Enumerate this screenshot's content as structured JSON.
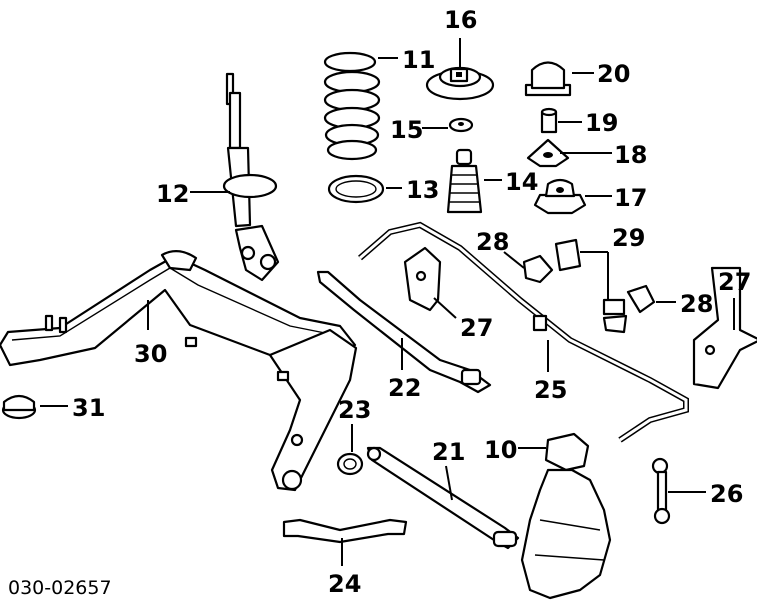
{
  "diagram": {
    "drawing_code": "030-02657",
    "callouts": {
      "c10": "10",
      "c11": "11",
      "c12": "12",
      "c13": "13",
      "c14": "14",
      "c15": "15",
      "c16": "16",
      "c17": "17",
      "c18": "18",
      "c19": "19",
      "c20": "20",
      "c21": "21",
      "c22": "22",
      "c23": "23",
      "c24": "24",
      "c25": "25",
      "c26": "26",
      "c27a": "27",
      "c27b": "27",
      "c28a": "28",
      "c28b": "28",
      "c29": "29",
      "c30": "30",
      "c31": "31"
    }
  }
}
